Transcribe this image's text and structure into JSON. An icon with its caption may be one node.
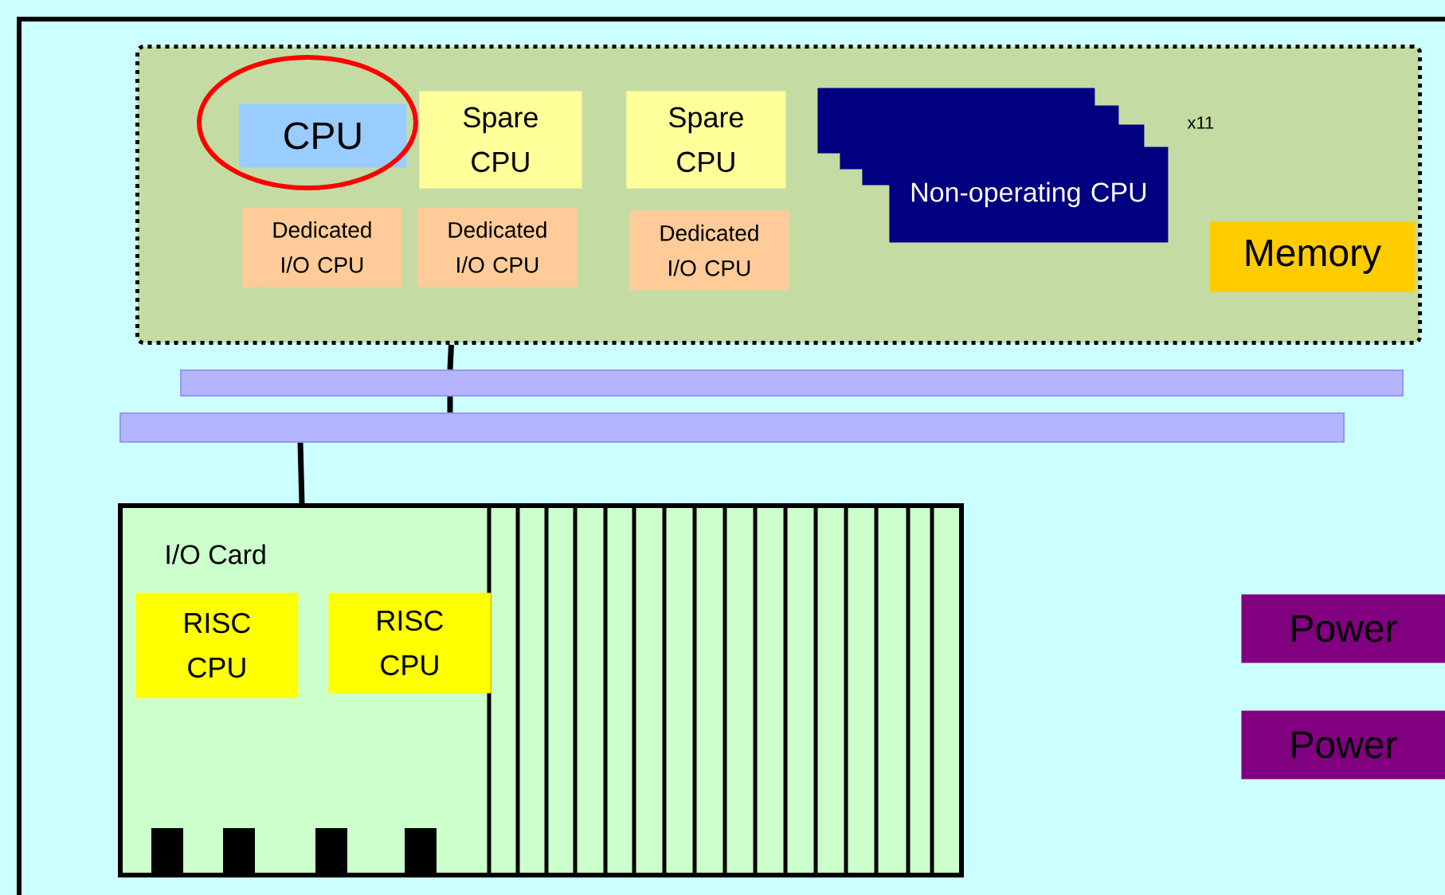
{
  "diagram": {
    "nodes": [
      {
        "text": [],
        "shape": "box"
      },
      {
        "text": [
          "CPU"
        ],
        "in": 0
      },
      {
        "text": [
          "Spare CPU"
        ],
        "in": 0
      },
      {
        "text": [
          "Spare CPU"
        ],
        "in": 0
      },
      {
        "text": [
          "Dedicated I/O CPU"
        ],
        "in": 0
      },
      {
        "text": [
          "Dedicated I/O CPU"
        ],
        "in": 0
      },
      {
        "text": [
          "Dedicated I/O CPU"
        ],
        "in": 0
      },
      {
        "text": [],
        "shape": "box",
        "in": 0
      },
      {
        "text": [],
        "shape": "box",
        "in": 0
      },
      {
        "text": [],
        "shape": "box",
        "in": 0
      },
      {
        "text": [
          "Non-operating CPU"
        ],
        "in": 0,
        "beside": [
          "x11"
        ]
      },
      {
        "text": [
          "Memory"
        ],
        "in": 0
      },
      {
        "text": [],
        "shape": "bar"
      },
      {
        "text": [],
        "shape": "bar"
      },
      {
        "text": [
          "I/O Card"
        ]
      },
      {
        "text": [
          "RISC CPU"
        ],
        "in": 14
      },
      {
        "text": [
          "RISC CPU"
        ],
        "in": 14
      },
      {
        "text": [
          "Power"
        ]
      },
      {
        "text": [
          "Power"
        ]
      }
    ],
    "edges": [
      {
        "from": 0,
        "to": 12,
        "arrow": "none"
      },
      {
        "from": 12,
        "to": 13,
        "arrow": "none"
      },
      {
        "from": 13,
        "to": 14,
        "arrow": "none"
      }
    ]
  }
}
